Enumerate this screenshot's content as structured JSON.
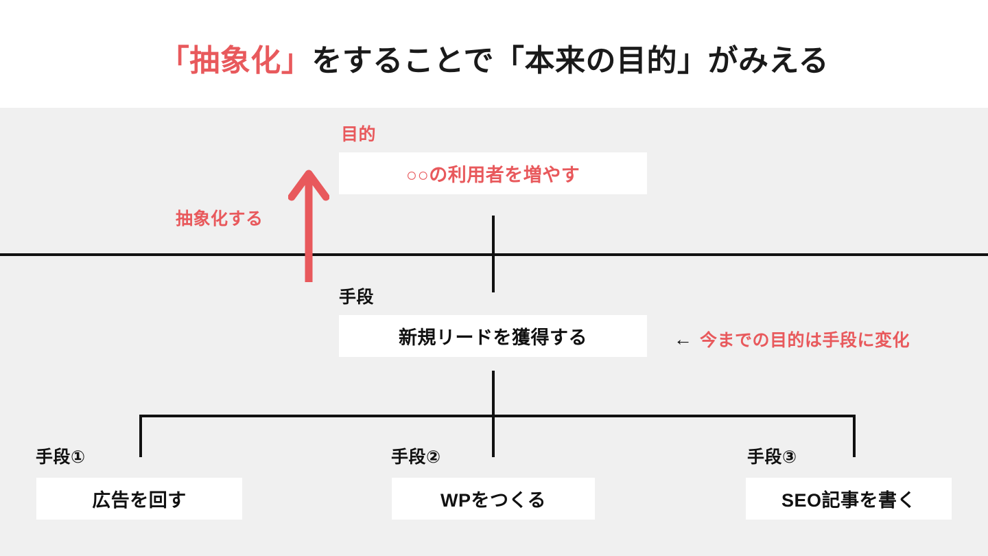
{
  "title": {
    "accent_text": "「抽象化」",
    "rest_text": "をすることで「本来の目的」がみえる",
    "full_text": "「抽象化」をすることで「本来の目的」がみえる"
  },
  "colors": {
    "accent_red": "#e8595c",
    "ink": "#111111",
    "panel_bg": "#f0f0f0",
    "box_bg": "#ffffff",
    "page_bg": "#ffffff"
  },
  "diagram": {
    "goal": {
      "label": "目的",
      "box_text": "○○の利用者を増やす"
    },
    "means": {
      "label": "手段",
      "box_text": "新規リードを獲得する"
    },
    "abstraction": {
      "label": "抽象化する",
      "direction": "up"
    },
    "side_note": {
      "arrow": "←",
      "text": "今までの目的は手段に変化"
    },
    "sub_means": [
      {
        "label": "手段①",
        "box_text": "広告を回す"
      },
      {
        "label": "手段②",
        "box_text": "WPをつくる"
      },
      {
        "label": "手段③",
        "box_text": "SEO記事を書く"
      }
    ]
  }
}
